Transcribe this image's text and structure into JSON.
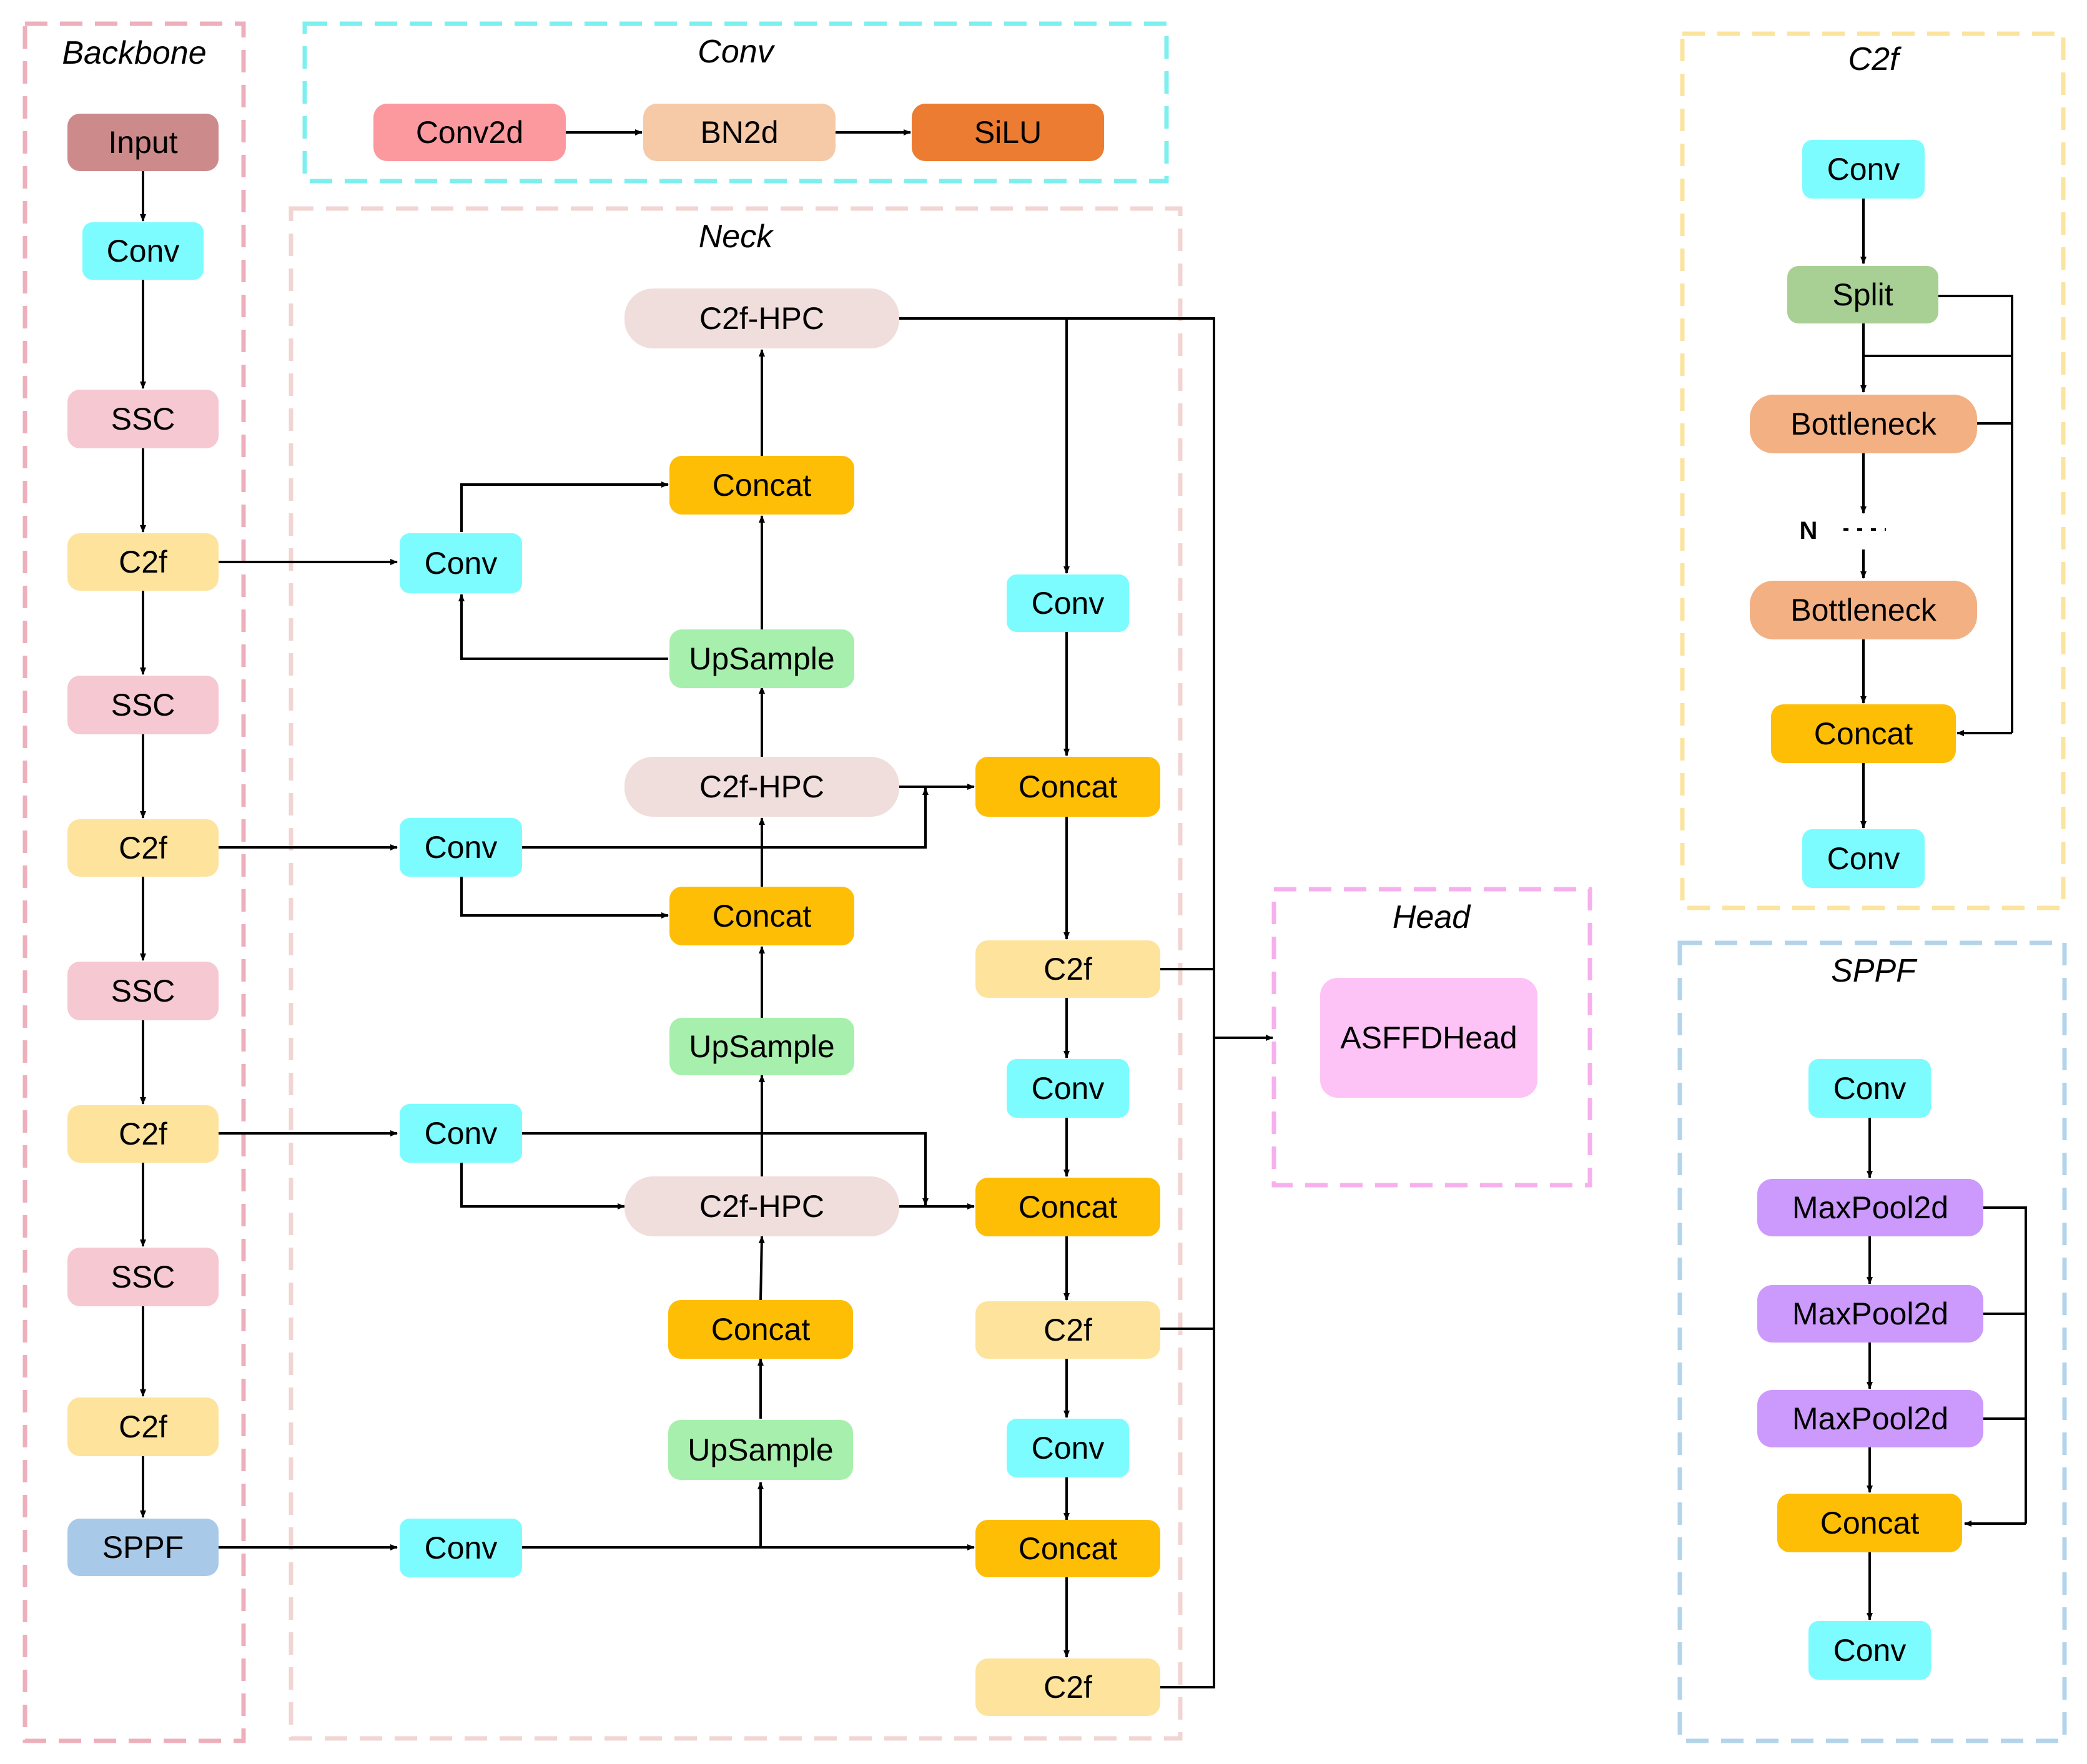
{
  "colors": {
    "input": "#cc8a8a",
    "conv": "#7dfcff",
    "ssc": "#f5c8d2",
    "c2f": "#fde39c",
    "sppf": "#a9c9e8",
    "concat": "#fdbe05",
    "c2f_hpc": "#f0dedc",
    "upsample": "#a7efac",
    "conv2d": "#fc999f",
    "bn2d": "#f6c9a7",
    "silu": "#ec7c31",
    "split": "#a9d094",
    "bottleneck": "#f3b083",
    "maxpool": "#cc99fd",
    "asffdhead": "#fdc3f6",
    "border_backbone": "#eeafbc",
    "border_conv": "#7defee",
    "border_neck": "#f1d5d3",
    "border_head": "#f7b0ee",
    "border_c2f": "#fbe49f",
    "border_sppf": "#b3d4ea"
  },
  "groups": {
    "backbone": "Backbone",
    "conv": "Conv",
    "neck": "Neck",
    "head": "Head",
    "c2f": "C2f",
    "sppf": "SPPF"
  },
  "nodes": {
    "bb_input": "Input",
    "bb_conv": "Conv",
    "bb_ssc1": "SSC",
    "bb_c2f1": "C2f",
    "bb_ssc2": "SSC",
    "bb_c2f2": "C2f",
    "bb_ssc3": "SSC",
    "bb_c2f3": "C2f",
    "bb_ssc4": "SSC",
    "bb_c2f4": "C2f",
    "bb_sppf": "SPPF",
    "cv_conv2d": "Conv2d",
    "cv_bn2d": "BN2d",
    "cv_silu": "SiLU",
    "nk_c2fhpc_top": "C2f-HPC",
    "nk_concat_top": "Concat",
    "nk_conv_a": "Conv",
    "nk_upsample_a": "UpSample",
    "nk_c2fhpc_mid": "C2f-HPC",
    "nk_conv_b": "Conv",
    "nk_concat_mid": "Concat",
    "nk_upsample_b": "UpSample",
    "nk_conv_c": "Conv",
    "nk_c2fhpc_low": "C2f-HPC",
    "nk_concat_low": "Concat",
    "nk_upsample_c": "UpSample",
    "nk_conv_d": "Conv",
    "nk_r_conv1": "Conv",
    "nk_r_concat1": "Concat",
    "nk_r_c2f1": "C2f",
    "nk_r_conv2": "Conv",
    "nk_r_concat2": "Concat",
    "nk_r_c2f2": "C2f",
    "nk_r_conv3": "Conv",
    "nk_r_concat3": "Concat",
    "nk_r_c2f3": "C2f",
    "hd_asffdhead": "ASFFDHead",
    "c2_conv_top": "Conv",
    "c2_split": "Split",
    "c2_bottleneck1": "Bottleneck",
    "c2_n": "N",
    "c2_bottleneck2": "Bottleneck",
    "c2_concat": "Concat",
    "c2_conv_bot": "Conv",
    "sp_conv_top": "Conv",
    "sp_maxpool1": "MaxPool2d",
    "sp_maxpool2": "MaxPool2d",
    "sp_maxpool3": "MaxPool2d",
    "sp_concat": "Concat",
    "sp_conv_bot": "Conv"
  }
}
